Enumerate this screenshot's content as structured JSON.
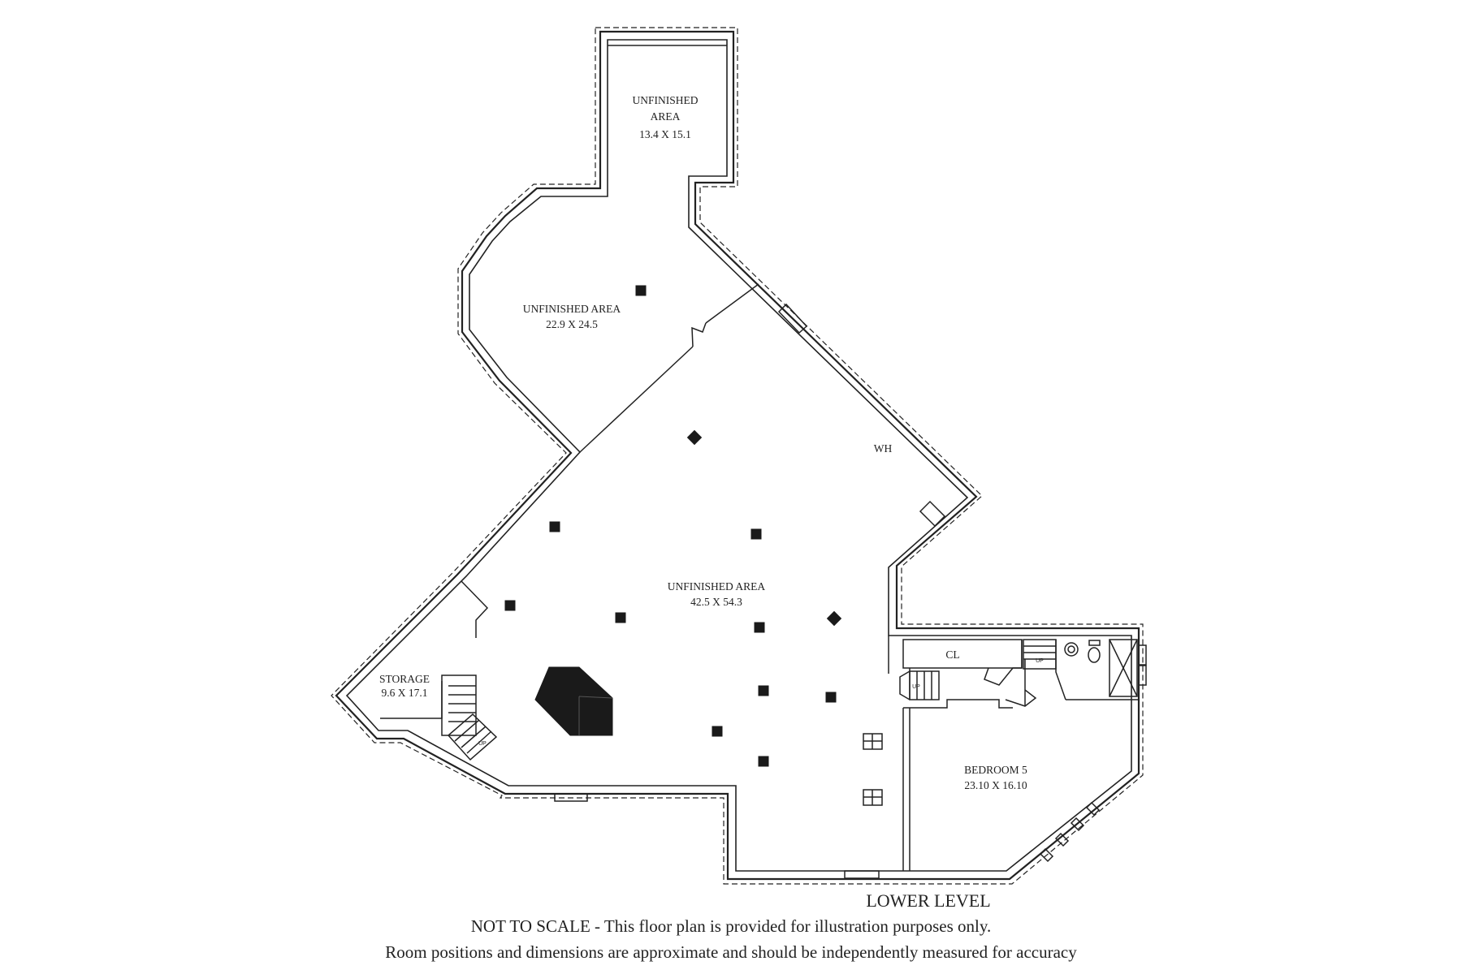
{
  "plan": {
    "title": "LOWER LEVEL",
    "disclaimer_line1": "NOT TO SCALE - This floor plan is provided for illustration purposes only.",
    "disclaimer_line2": "Room positions and dimensions are approximate and should be independently measured for accuracy"
  },
  "rooms": {
    "top_area": {
      "name_line1": "UNFINISHED",
      "name_line2": "AREA",
      "dims": "13.4 X 15.1"
    },
    "upper_area": {
      "name": "UNFINISHED AREA",
      "dims": "22.9 X 24.5"
    },
    "main_area": {
      "name": "UNFINISHED AREA",
      "dims": "42.5 X 54.3"
    },
    "storage": {
      "name": "STORAGE",
      "dims": "9.6 X 17.1"
    },
    "bedroom5": {
      "name": "BEDROOM 5",
      "dims": "23.10 X 16.10"
    }
  },
  "labels": {
    "water_heater": "WH",
    "closet": "CL",
    "stair_up": "UP"
  },
  "colors": {
    "line": "#222222",
    "fill": "#1a1a1a",
    "background": "#ffffff"
  }
}
